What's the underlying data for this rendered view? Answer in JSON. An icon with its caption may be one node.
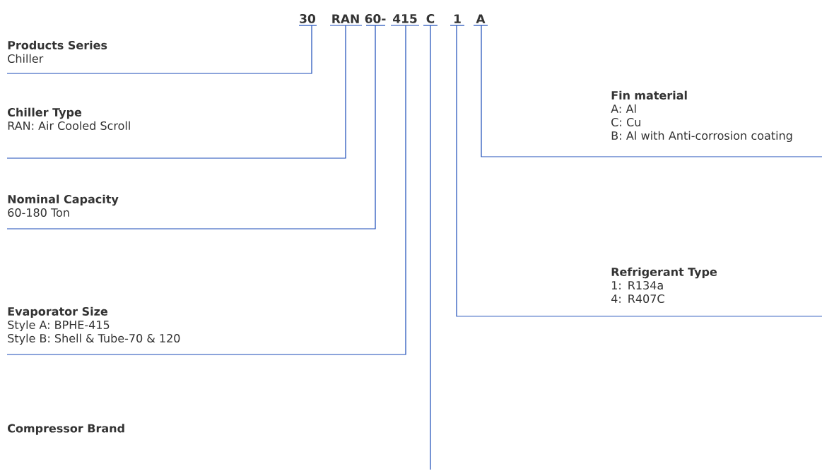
{
  "diagram": {
    "nodes": [
      {
        "text": [
          "30"
        ]
      },
      {
        "text": [
          "RAN"
        ]
      },
      {
        "text": [
          "60-"
        ]
      },
      {
        "text": [
          "415"
        ]
      },
      {
        "text": [
          "C"
        ]
      },
      {
        "text": [
          "1"
        ]
      },
      {
        "text": [
          "A"
        ]
      },
      {
        "text": [
          "Products Series",
          "Chiller"
        ]
      },
      {
        "text": [
          "Chiller Type",
          "RAN: Air Cooled Scroll"
        ]
      },
      {
        "text": [
          "Nominal Capacity",
          "60-180 Ton"
        ]
      },
      {
        "text": [
          "Evaporator Size",
          "Style A: BPHE-415",
          "Style B: Shell & Tube-70 & 120"
        ]
      },
      {
        "text": [
          "Compressor Brand"
        ]
      },
      {
        "text": [
          "Refrigerant Type",
          "1: R134a",
          "4: R407C"
        ]
      },
      {
        "text": [
          "Fin material",
          "A: Al",
          "C: Cu",
          "B: Al with Anti-corrosion coating"
        ]
      }
    ],
    "edges": [
      {
        "from": 0,
        "to": 7,
        "arrow": "none"
      },
      {
        "from": 1,
        "to": 8,
        "arrow": "none"
      },
      {
        "from": 2,
        "to": 9,
        "arrow": "none"
      },
      {
        "from": 3,
        "to": 10,
        "arrow": "none"
      },
      {
        "from": 4,
        "to": null,
        "arrow": "none"
      },
      {
        "from": 5,
        "to": 12,
        "arrow": "none"
      },
      {
        "from": 6,
        "to": 13,
        "arrow": "none"
      }
    ]
  }
}
